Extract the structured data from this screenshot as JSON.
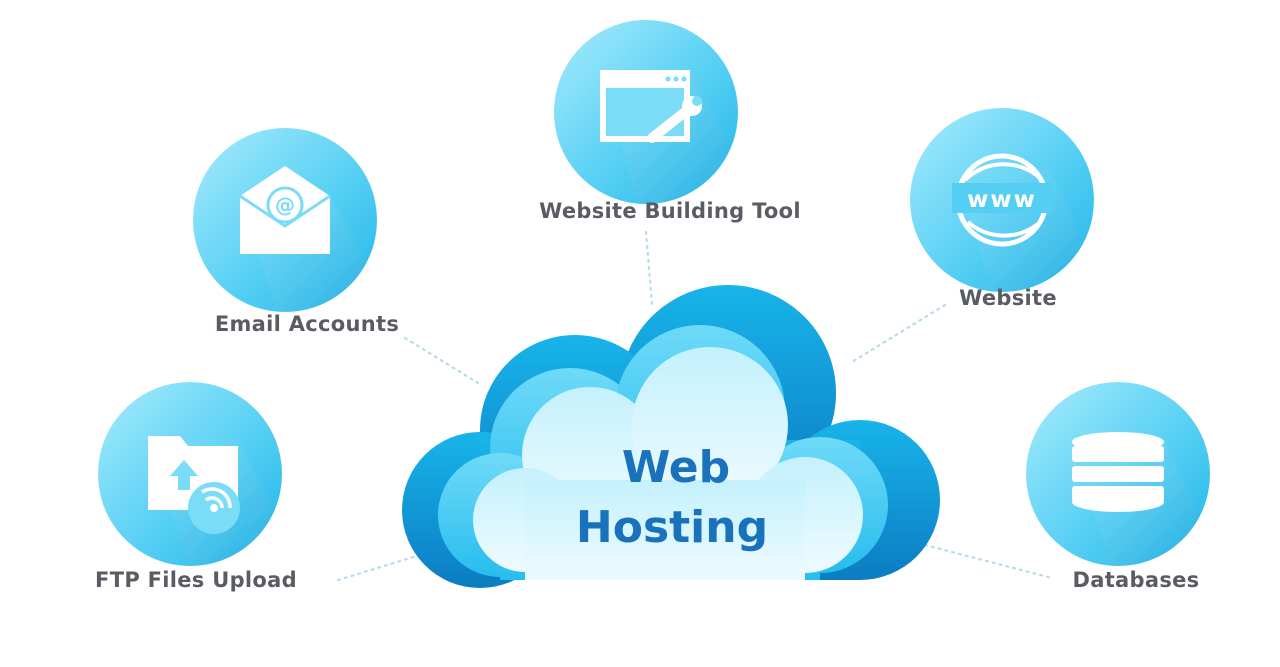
{
  "center": {
    "line1": "Web",
    "line2": "Hosting"
  },
  "features": {
    "building_tool": {
      "label": "Website Building Tool",
      "icon": "website-builder-icon"
    },
    "email": {
      "label": "Email Accounts",
      "icon": "email-icon"
    },
    "website": {
      "label": "Website",
      "icon": "www-globe-icon"
    },
    "ftp": {
      "label": "FTP Files Upload",
      "icon": "folder-upload-icon"
    },
    "databases": {
      "label": "Databases",
      "icon": "database-icon"
    }
  },
  "colors": {
    "circle_light": "#a5e9fb",
    "circle_dark": "#1fb8ea",
    "cloud_dark": "#0f86c8",
    "cloud_mid": "#2ec1ee",
    "cloud_light": "#9de6fb",
    "text_label": "#595d63",
    "text_title": "#1a72bd"
  }
}
